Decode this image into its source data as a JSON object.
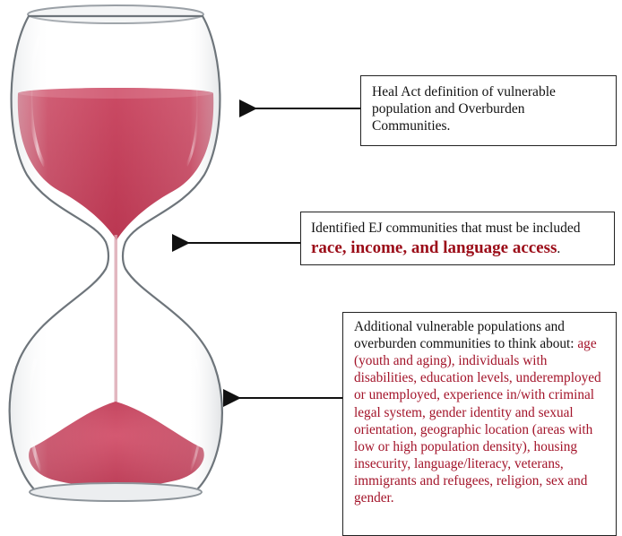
{
  "colors": {
    "sand": "#c43550",
    "emphasis": "#9b0c18",
    "list_red": "#a3142a",
    "frame": "#222222"
  },
  "box1": {
    "text": "Heal Act definition of vulnerable population and Overburden Communities."
  },
  "box2": {
    "text": "Identified EJ communities that must be included",
    "emphasis": "race, income, and language access",
    "end": "."
  },
  "box3": {
    "intro": "Additional vulnerable populations and overburden communities to think about:",
    "list": "age (youth and aging), individuals with disabilities, education levels, underemployed or unemployed, experience in/with criminal legal system, gender identity and sexual orientation, geographic location (areas with low or high population density), housing insecurity, language/literacy, veterans, immigrants and refugees, religion, sex and gender."
  }
}
